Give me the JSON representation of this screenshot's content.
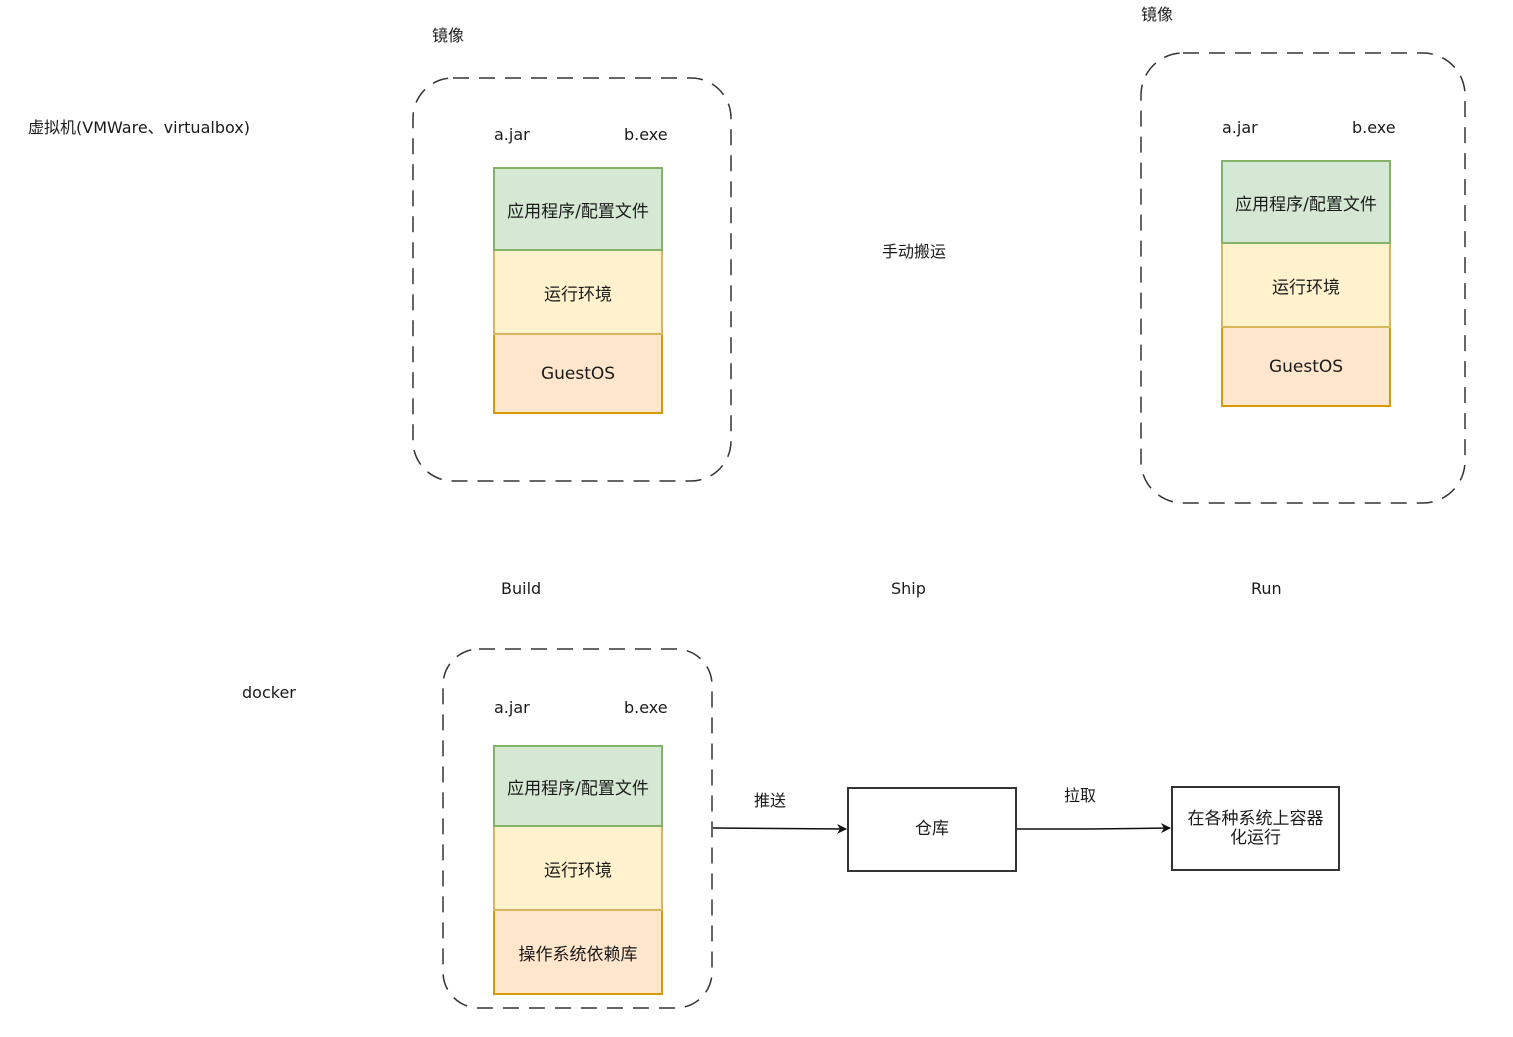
{
  "vm": {
    "label": "虚拟机(VMWare、virtualbox)",
    "manual_move": "手动搬运",
    "left_image": {
      "title": "镜像",
      "file_a": "a.jar",
      "file_b": "b.exe",
      "layers": [
        "应用程序/配置文件",
        "运行环境",
        "GuestOS"
      ]
    },
    "right_image": {
      "title": "镜像",
      "file_a": "a.jar",
      "file_b": "b.exe",
      "layers": [
        "应用程序/配置文件",
        "运行环境",
        "GuestOS"
      ]
    }
  },
  "stages": {
    "build": "Build",
    "ship": "Ship",
    "run": "Run"
  },
  "docker": {
    "label": "docker",
    "image": {
      "file_a": "a.jar",
      "file_b": "b.exe",
      "layers": [
        "应用程序/配置文件",
        "运行环境",
        "操作系统依赖库"
      ]
    },
    "push_label": "推送",
    "repository": "仓库",
    "pull_label": "拉取",
    "run_target": "在各种系统上容器化运行"
  }
}
